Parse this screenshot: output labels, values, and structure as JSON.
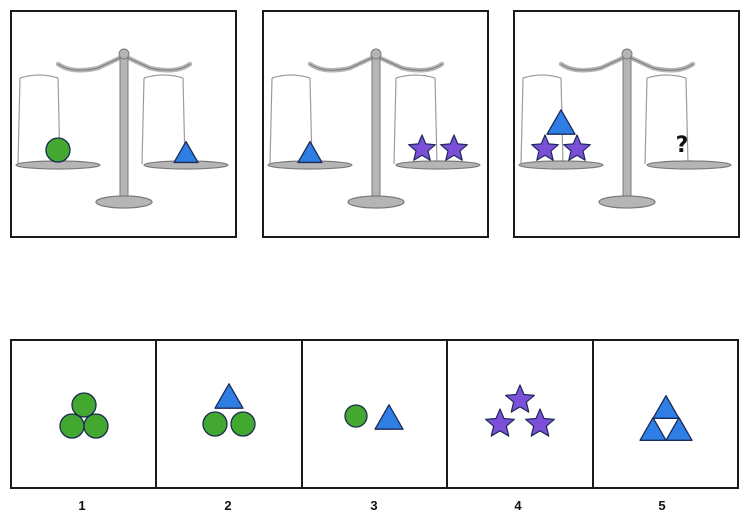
{
  "colors": {
    "green": "#43a82f",
    "blue": "#2f7ee6",
    "purple": "#7b4fd8",
    "outline": "#1a2a55",
    "scale_metal": "#b5b5b5",
    "scale_edge": "#7a7a7a"
  },
  "puzzle": {
    "panels": [
      {
        "left_pan": "green-circle",
        "right_pan": "blue-triangle"
      },
      {
        "left_pan": "blue-triangle",
        "right_pan": "two-purple-stars"
      },
      {
        "left_pan": "blue-triangle-over-two-purple-stars",
        "right_pan": "question-mark"
      }
    ],
    "question_mark": "?"
  },
  "answers": [
    {
      "number": "1",
      "content": "three-green-circles"
    },
    {
      "number": "2",
      "content": "blue-triangle-over-two-green-circles"
    },
    {
      "number": "3",
      "content": "green-circle-and-blue-triangle"
    },
    {
      "number": "4",
      "content": "three-purple-stars"
    },
    {
      "number": "5",
      "content": "three-blue-triangles"
    }
  ]
}
